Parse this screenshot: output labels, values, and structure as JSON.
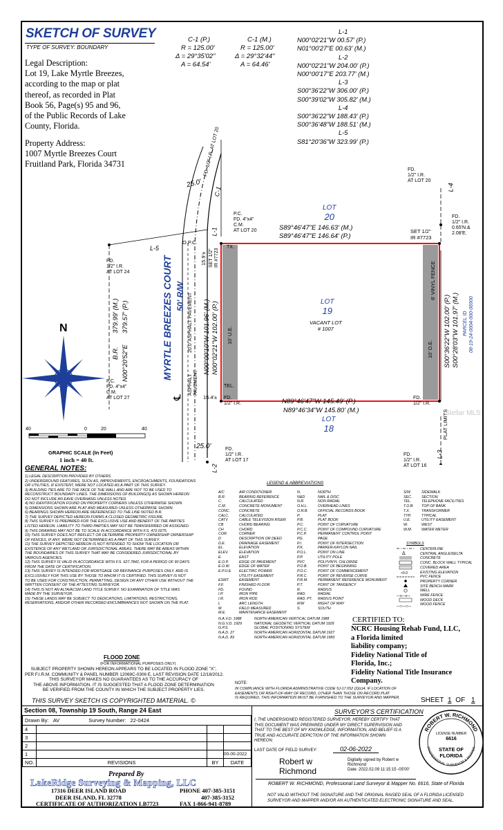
{
  "header": {
    "title": "SKETCH OF SURVEY",
    "type": "TYPE OF SURVEY: BOUNDARY"
  },
  "legal": {
    "heading": "Legal Description:",
    "lines": [
      "Lot 19, Lake Myrtle Breezes,",
      "according to the map or plat",
      "thereof, as recorded in Plat",
      "Book 56, Page(s) 95 and 96,",
      "of the Public Records of Lake",
      "County, Florida."
    ]
  },
  "address": {
    "heading": "Property Address:",
    "line1": "1007 Myrtle Breezes Court",
    "line2": "Fruitland Park, Florida 34731"
  },
  "curve": {
    "p_label": "C-1 (P.)",
    "p_r": "R = 125.00'",
    "p_delta": "Δ = 29°35'02\"",
    "p_a": "A = 64.54'",
    "m_label": "C-1 (M.)",
    "m_r": "R = 125.00'",
    "m_delta": "Δ = 29°32'44\"",
    "m_a": "A = 64.46'"
  },
  "lines_table": [
    {
      "name": "L-1",
      "p": "N00°02'21\"W  00.57' (P.)",
      "m": "N01°00'27\"E  00.63' (M.)"
    },
    {
      "name": "L-2",
      "p": "N00°02'21\"W  204.00' (P.)",
      "m": "N00°00'17\"E  203.77' (M.)"
    },
    {
      "name": "L-3",
      "p": "S00°36'22\"W  306.00' (P.)",
      "m": "S00°39'02\"W  305.82' (M.)"
    },
    {
      "name": "L-4",
      "p": "S00°36'22\"W  188.43' (P.)",
      "m": "S00°36'48\"W  188.51' (M.)"
    },
    {
      "name": "L-5",
      "p": "S81°20'36\"W  323.99' (P.)",
      "m": ""
    }
  ],
  "sketch": {
    "fd_lot20_left": [
      "FD.",
      "1/2\" I.R.",
      "AT LOT 20"
    ],
    "fd_lot20_right": [
      "FD.",
      "1/2\" I.R.",
      "AT LOT 20"
    ],
    "l4": "L-4",
    "fd_065": [
      "FD.",
      "1/2\" I.R.",
      "0.65'N.&",
      "2.08'E."
    ],
    "lot20": [
      "LOT",
      "20"
    ],
    "set_ir": [
      "SET 1/2\"",
      "IR #7723"
    ],
    "pc_cm": [
      "P.C.",
      "FD. 4\"x4\"",
      "C.M.",
      "AT LOT 20"
    ],
    "top_m": "S89°46'47\"E   146.63' (M.)",
    "top_p": "S89°46'47\"E   146.64' (P.)",
    "dist_25_top": "25.0'",
    "c1": "C-1",
    "l1": "L-1",
    "l5": "L-5",
    "opc": "O.P.C.",
    "fd_lot24": [
      "FD.",
      "1/2\" I.R.",
      "AT LOT 24"
    ],
    "br_m": "379.99' (M.)",
    "br_p": "379.57' (P.)",
    "br_lbl": "B.R.",
    "br_bear": "N00°20'52\"E",
    "street": "MYRTLE BREEZES COURT",
    "row": "50' R/W",
    "asphalt1": "20.0' ASPHALT PAVEMENT",
    "asphalt2": [
      "ASPHALT",
      "PAVEMENT"
    ],
    "cl": "℄",
    "d159": "15.9'±",
    "set_ir_w": [
      "SET 1/2\"",
      "IR #7723"
    ],
    "tx": "TX.",
    "tel": "TEL.",
    "ue": "10' U.E.",
    "de": "10' D.E.",
    "left_m": "N00°00'10\"W  101.96' (M.)",
    "left_p": "N00°02'21\"W  102.00' (P.)",
    "right_p": "S00°36'22\"W  102.00' (P.)",
    "right_m": "S00°28'03\"W  101.97' (M.)",
    "fence": "6' VINYL FENCE",
    "parcel": [
      "PARCEL ID",
      "08-19-24-0004-000-06900"
    ],
    "lot19": [
      "LOT",
      "19"
    ],
    "vacant": [
      "VACANT LOT",
      "# 1007"
    ],
    "pc_cm_27": [
      "P.C.",
      "FD. 4\"x4\"",
      "C.M.",
      "AT LOT 27"
    ],
    "d154": "15.4'±",
    "fd_sw": [
      "FD.",
      "1/2\" I.R."
    ],
    "fd_se": [
      "FD.",
      "1/2\" I.R."
    ],
    "bot_p": "N89°46'47\"W   145.49' (P.)",
    "bot_m": "N89°46'34\"W   145.80' (M.)",
    "lot18": [
      "LOT",
      "18"
    ],
    "plat_limits": "PLAT LIMITS",
    "dist_25_bot": "25.0'",
    "l2": "L-2",
    "l3": "L-3",
    "fd_lot17": [
      "FD.",
      "1/2\" I.R.",
      "AT LOT 17"
    ],
    "fd_lot16": [
      "FD.",
      "1/2\" I.R.",
      "AT LOT 16"
    ],
    "north": "N",
    "watermark": "Stellar MLS"
  },
  "scale": {
    "ticks": [
      "40",
      "0",
      "20",
      "40"
    ],
    "label": "GRAPHIC SCALE (In Feet)",
    "ratio": "1 inch = 40 ft."
  },
  "notes": {
    "title": "GENERAL NOTES:",
    "items": [
      "1) LEGAL DESCRIPTION PROVIDED BY OTHERS.",
      "2) UNDERGROUND FEATURES, SUCH AS, IMPROVEMENTS, ENCROACHMENTS, FOUNDATIONS",
      "OR UTILITIES, IF EXISTENT, WERE NOT LOCATED AS A PART OF THIS SURVEY.",
      "3) BUILDING TIES ARE TO THE FACE OF THE WALL AND ARE NOT TO BE USED TO",
      "RECONSTRUCT BOUNDARY LINES. THE DIMENSIONS OF BUILDING(S) AS SHOWN HEREON",
      "DO NOT INCLUDE AN EAVE OVERHANG UNLESS NOTED.",
      "4) NO IDENTIFICATION FOUND ON PROPERTY CORNERS UNLESS OTHERWISE SHOWN.",
      "5) DIMENSIONS SHOWN ARE PLAT AND MEASURED UNLESS OTHERWISE SHOWN.",
      "6) BEARINGS SHOWN HEREON ARE REFERENCED TO THE LINE NOTED B.R.",
      "7) THE SURVEY DEPICTED HEREON FORMS A CLOSED GEOMETRIC FIGURE.",
      "8) THIS SURVEY IS PREPARED FOR THE EXCLUSIVE USE AND BENEFIT OF THE PARTIES",
      "LISTED HEREON.  LIABILITY TO THIRD PARTIES MAY NOT BE TRANSFERRED OR ASSIGNED.",
      "9) THIS DRAWING MAY NOT BE TO SCALE IN ACCORDANCE WITH F.S. 472.0275.",
      "10) THIS SURVEY DOES NOT REFLECT OR DETERMINE PROPERTY OWNERSHIP OWNERSHIP",
      "OF FENCES, IF ANY, WERE NOT DETERMINED AS A PART OF THIS SURVEY.",
      "11) THE SURVEY DEPICTED HEREON IS NOT INTENDED TO SHOW THE LOCATION OR",
      "EXISTENCE OF ANY WETLAND OR JURISDICTIONAL AREAS. THERE MAY BE AREAS WITHIN",
      "THE BOUNDARIES OF THIS SURVEY THAT MAY BE CONSIDERED JURISDICTIONAL BY",
      "VARIOUS AGENCIES.",
      "12) THIS SURVEY IS VALID IN ACCORDANCE WITH F.S. 627.7842, FOR A PERIOD OF 90 DAYS",
      "FROM THE DATE OF CERTIFICATION.",
      "13) THIS SURVEY IS INTENDED FOR MORTGAGE OR REFINANCE PURPOSES ONLY, AND IS",
      "EXCLUSIVELY FOR THIS USE BY THOSE TO WHOM IT IS CERTIFIED. THIS SURVEY IS NOT",
      "TO BE USED FOR CONSTRUCTION, PERMITTING, DESIGN OR ANY OTHER USE WITHOUT THE",
      "WRITTEN CONSENT OF THE ATTESTING SURVEYOR.",
      "14) THIS IS NOT AN ALTA/ACSM LAND TITLE SURVEY. NO EXAMINATION OF TITLE WAS",
      "MADE BY THE SURVEYOR.",
      "15) THESE LANDS MAY BE SUBJECT TO DEDICATIONS, LIMITATIONS, RESTRICTIONS,",
      "RESERVATIONS, AND/OR OTHER RECORDED ENCUMBRANCES NOT SHOWN ON THE PLAT."
    ]
  },
  "legend": {
    "title": "LEGEND & ABBREVIATIONS",
    "col1": [
      [
        "A/C",
        "AIR CONDITIONER"
      ],
      [
        "B.R.",
        "BEARING REFERENCE"
      ],
      [
        "C.",
        "CALCULATED"
      ],
      [
        "C.M.",
        "CONCRETE MONUMENT"
      ],
      [
        "CONC.",
        "CONCRETE"
      ],
      [
        "CALC.",
        "CALCULATED"
      ],
      [
        "CATV",
        "CABLE TELEVISION RISER"
      ],
      [
        "CB",
        "CHORD BEARING"
      ],
      [
        "CH",
        "CHORD"
      ],
      [
        "COR.",
        "CORNER"
      ],
      [
        "D",
        "DESCRIPTION OR DEED"
      ],
      [
        "D.E.",
        "DRAINAGE EASEMENT"
      ],
      [
        "EL.",
        "ELEVATION"
      ],
      [
        "ELEV.",
        "ELEVATION"
      ],
      [
        "E.",
        "EAST"
      ],
      [
        "E.O.P.",
        "EDGE OF PAVEMENT"
      ],
      [
        "E.O.W.",
        "EDGE OF WATER"
      ],
      [
        "E.P.U.E.",
        "ELECTRIC POWER"
      ],
      [
        "",
        "UTILITY EASEMENT"
      ],
      [
        "ESMT.",
        "EASEMENT"
      ],
      [
        "F.F.",
        "FINISHED FLOOR"
      ],
      [
        "FD.",
        "FOUND"
      ],
      [
        "I.P.",
        "IRON PIPE"
      ],
      [
        "I.R.",
        "IRON ROD"
      ],
      [
        "L",
        "ARC LENGTH"
      ],
      [
        "M.",
        "FIELD MEASURED"
      ],
      [
        "M.E.",
        "MAINTENANCE EASEMENT"
      ]
    ],
    "col2": [
      [
        "N.",
        "NORTH"
      ],
      [
        "N&D",
        "NAIL & DISC"
      ],
      [
        "N.R.",
        "NON RADIAL"
      ],
      [
        "O.H.L.",
        "OVERHEAD LINES"
      ],
      [
        "O.R.B.",
        "OFFICIAL RECORDS BOOK"
      ],
      [
        "P.",
        "PLAT"
      ],
      [
        "P.B.",
        "PLAT BOOK"
      ],
      [
        "P.C.",
        "POINT OF CURVATURE"
      ],
      [
        "P.C.C.",
        "POINT OF COMPOUND CURVATURE"
      ],
      [
        "P.C.P.",
        "PERMANENT CONTROL POINT"
      ],
      [
        "PG.",
        "PAGE"
      ],
      [
        "P.I.",
        "POINT OF INTERSECTION"
      ],
      [
        "P.K.",
        "PARKER-KAYLON NAIL"
      ],
      [
        "P.O.L.",
        "POINT ON LINE"
      ],
      [
        "P.P.",
        "UTILITY POLE"
      ],
      [
        "PVC",
        "POLYVINYL CHLORIDE"
      ],
      [
        "P.O.B.",
        "POINT OF BEGINNING"
      ],
      [
        "P.O.C.",
        "POINT OF COMMENCEMENT"
      ],
      [
        "P.R.C.",
        "POINT OF REVERSE CURVE"
      ],
      [
        "P.R.M.",
        "PERMANENT REFERENCE MONUMENT"
      ],
      [
        "P.T.",
        "POINT OF TANGENCY"
      ],
      [
        "R.",
        "RADIUS"
      ],
      [
        "RAD.",
        "RADIAL"
      ],
      [
        "RAD. PT.",
        "RADIUS POINT"
      ],
      [
        "R/W",
        "RIGHT OF WAY"
      ],
      [
        "S.",
        "SOUTH"
      ]
    ],
    "col3": [
      [
        "S/W",
        "SIDEWALK"
      ],
      [
        "SEC.",
        "SECTION"
      ],
      [
        "TEL.",
        "TELEPHONE FACILITIES"
      ],
      [
        "T.O.B.",
        "TOP OF BANK"
      ],
      [
        "T.X.",
        "TRANSFORMER"
      ],
      [
        "TYP.",
        "TYPICAL"
      ],
      [
        "U.E.",
        "UTILITY EASEMENT"
      ],
      [
        "W.",
        "WEST"
      ],
      [
        "W.M.",
        "WATER METER"
      ]
    ],
    "symbols_title": "SYMBOLS",
    "symbols": [
      "CENTERLINE",
      "CENTRAL ANGLE/DELTA",
      "CONCRETE",
      "CONC. BLOCK WALL TYPICAL",
      "COVERED AREA",
      "EXISTING ELEVATION",
      "PVC FENCE",
      "PROPERTY CORNER",
      "SITE BENCH MARK",
      "WELL",
      "WIRE FENCE",
      "WOOD DECK",
      "WOOD FENCE"
    ],
    "datums": [
      [
        "N.A.V.D. 1988",
        "NORTH AMERICAN VERTICAL DATUM 1988"
      ],
      [
        "N.G.V.D. 1929",
        "NATIONAL GEODETIC VERTICAL DATUM 1929"
      ],
      [
        "G.P.S.",
        "GLOBAL POSITIONING SYSTEM"
      ],
      [
        "N.A.D. 27",
        "NORTH AMERICAN HORIZONTAL DATUM 1927"
      ],
      [
        "N.A.D. 83",
        "NORTH AMERICAN HORIZONTAL DATUM 1983"
      ]
    ]
  },
  "certified": {
    "title": "CERTIFIED TO:",
    "lines": [
      "NCRC Housing Rehab Fund, LLC,",
      "a Florida limited",
      "liability company;",
      "Fidelity National Title of",
      "Florida, Inc.;",
      "Fidelity National Title Insurance",
      "Company."
    ]
  },
  "flood": {
    "title": "FLOOD ZONE",
    "sub": "(FOR INFORMATIONAL PURPOSES ONLY)",
    "lines": [
      "SUBJECT PROPERTY SHOWN HEREON APPEARS TO BE LOCATED IN FLOOD ZONE \"X\",",
      "PER F.I.R.M. COMMUNITY & PANEL NUMBER 12069C-0306 E, LAST REVISION DATE 12/18/2012.",
      "THIS SURVEYOR MAKES NO GUARANTEES AS TO THE ACCURACY OF",
      "THE ABOVE INFORMATION. IT IS SUGGESTED THAT A FLOOD ZONE DETERMINATION",
      "BE VERIFIED FROM THE COUNTY IN WHICH THE SUBJECT PROPERTY LIES."
    ]
  },
  "note": {
    "label": "NOTE:",
    "lines": [
      "IN COMPLIANCE WITH FLORIDA ADMINISTRATIVE CODE 5J-17.052 (2)(c)4, IF LOCATION OF",
      "EASEMENTS OR RIGHT-OF-WAY OF RECORD, OTHER THAN THOSE ON RECORD PLAT",
      "IS REQUIRED, THIS INFORMATION MUST BE FURNISHED TO THE SURVEYOR AND MAPPER."
    ]
  },
  "copyright": "THIS SURVEY SKETCH IS COPYRIGHTED MATERIAL. ©",
  "sheet": {
    "label": "SHEET",
    "n": "1",
    "of": "OF",
    "total": "1"
  },
  "section": "Section 08, Township 19 South, Range 24 East",
  "drawn": {
    "label": "Drawn By:",
    "value": "AV",
    "survey_label": "Survey Number:",
    "survey_value": "22-0424"
  },
  "revisions": {
    "rows": [
      {
        "no": "4",
        "rev": "",
        "by": "",
        "date": ""
      },
      {
        "no": "3",
        "rev": "",
        "by": "",
        "date": ""
      },
      {
        "no": "2",
        "rev": "",
        "by": "",
        "date": ""
      },
      {
        "no": "1",
        "rev": "",
        "by": "",
        "date": "00-00-2022"
      }
    ],
    "h_no": "NO.",
    "h_rev": "REVISIONS",
    "h_by": "BY",
    "h_date": "DATE"
  },
  "company": {
    "prepared": "Prepared By",
    "name": "LakeRidge Surveying & Mapping, LLC",
    "addr1": "17316 DEER ISLAND ROAD",
    "addr2": "DEER ISLAND, FL 32778",
    "cert": "CERTIFICATE OF AUTHORIZATION LB7723",
    "phone": "PHONE 407-385-3151",
    "phone2": "407-385-3152",
    "fax": "FAX 1-866-941-8789"
  },
  "surveyor_cert": {
    "title": "SURVEYOR'S CERTIFICATION",
    "lines": [
      "I, THE UNDERSIGNED REGISTERED SURVEYOR, HEREBY CERTIFY THAT",
      "THIS DOCUMENT WAS PREPARED UNDER MY DIRECT SUPERVISION AND",
      "THAT TO THE BEST OF MY KNOWLEDGE, INFORMATION, AND BELIEF IS A",
      "TRUE AND ACCURATE DEPICTION OF THE INFORMATION SHOWN",
      "HEREON."
    ],
    "field_label": "LAST DATE OF FIELD SURVEY:",
    "field_date": "02-06-2022",
    "sig_name": [
      "Robert w",
      "Richmond"
    ],
    "dig1": "Digitally signed by Robert w",
    "dig2": "Richmond",
    "dig3": "Date: 2022.02.09 11:15:15 -05'00'",
    "signer": "ROBERT W. RICHMOND,  Professional Land Surveyor & Mapper No. 6616,  State of Florida",
    "validity": [
      "NOT VALID WITHOUT THE SIGNATURE AND THE ORIGINAL RAISED SEAL OF A FLORIDA LICENSED",
      "SURVEYOR AND MAPPER AND/OR AN AUTHENTICATED ELECTRONIC SIGNATURE AND SEAL."
    ],
    "seal_top": "ROBERT W. RICHMOND",
    "seal_mid": [
      "LICENSE NUMBER",
      "6616"
    ],
    "seal_bot": [
      "STATE OF",
      "FLORIDA"
    ],
    "seal_ring": "PROFESSIONAL SURVEYOR & MAPPER"
  }
}
